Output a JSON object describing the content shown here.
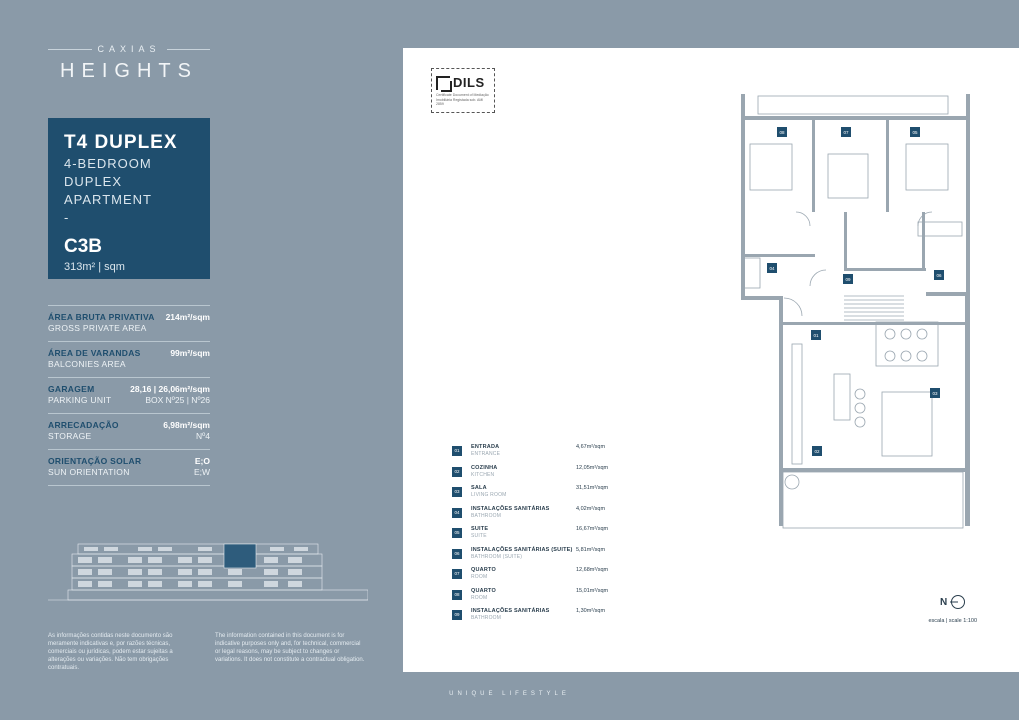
{
  "brand": {
    "top": "CAXIAS",
    "main": "HEIGHTS"
  },
  "type": {
    "title": "T4 DUPLEX",
    "sub1": "4-BEDROOM",
    "sub2": "DUPLEX",
    "sub3": "APARTMENT",
    "sep": "-",
    "code": "C3B",
    "area": "313m² | sqm"
  },
  "specs": [
    {
      "pt": "ÁREA BRUTA PRIVATIVA",
      "pv": "214m²/sqm",
      "en": "GROSS PRIVATE AREA",
      "ev": ""
    },
    {
      "pt": "ÁREA DE VARANDAS",
      "pv": "99m²/sqm",
      "en": "BALCONIES AREA",
      "ev": ""
    },
    {
      "pt": "GARAGEM",
      "pv": "28,16 | 26,06m²/sqm",
      "en": "PARKING UNIT",
      "ev": "BOX Nº25 | Nº26"
    },
    {
      "pt": "ARRECADAÇÃO",
      "pv": "6,98m²/sqm",
      "en": "STORAGE",
      "ev": "Nº4"
    },
    {
      "pt": "ORIENTAÇÃO SOLAR",
      "pv": "E;O",
      "en": "SUN ORIENTATION",
      "ev": "E;W"
    }
  ],
  "disclaimer": {
    "pt": "As informações contidas neste documento são meramente indicativas e, por razões técnicas, comerciais ou jurídicas, podem estar sujeitas a alterações ou variações. Não tem obrigações contratuais.",
    "en": "The information contained in this document is for indicative purposes only and, for technical, commercial or legal reasons, may be subject to changes or variations. It does not constitute a contractual obligation."
  },
  "dils": {
    "name": "DILS",
    "sub": "Certificate Document of Mediação Imobiliária Registada sob. AMI 2859"
  },
  "legend": [
    {
      "num": "01",
      "pt": "ENTRADA",
      "en": "ENTRANCE",
      "area": "4,67m²/sqm"
    },
    {
      "num": "02",
      "pt": "COZINHA",
      "en": "KITCHEN",
      "area": "12,05m²/sqm"
    },
    {
      "num": "03",
      "pt": "SALA",
      "en": "LIVING ROOM",
      "area": "31,51m²/sqm"
    },
    {
      "num": "04",
      "pt": "INSTALAÇÕES SANITÁRIAS",
      "en": "BATHROOM",
      "area": "4,02m²/sqm"
    },
    {
      "num": "05",
      "pt": "SUITE",
      "en": "SUITE",
      "area": "16,67m²/sqm"
    },
    {
      "num": "06",
      "pt": "INSTALAÇÕES SANITÁRIAS (SUITE)",
      "en": "BATHROOM (SUITE)",
      "area": "5,81m²/sqm"
    },
    {
      "num": "07",
      "pt": "QUARTO",
      "en": "ROOM",
      "area": "12,68m²/sqm"
    },
    {
      "num": "08",
      "pt": "QUARTO",
      "en": "ROOM",
      "area": "15,01m²/sqm"
    },
    {
      "num": "09",
      "pt": "INSTALAÇÕES SANITÁRIAS",
      "en": "BATHROOM",
      "area": "1,30m²/sqm"
    }
  ],
  "plan_labels": [
    "08",
    "07",
    "05",
    "04",
    "09",
    "06",
    "01",
    "03",
    "02"
  ],
  "north": "N",
  "scale": "escala | scale 1:100",
  "footer": "UNIQUE LIFESTYLE",
  "colors": {
    "background": "#8a9aa8",
    "accent": "#1f4e6e",
    "sheet": "#ffffff"
  }
}
